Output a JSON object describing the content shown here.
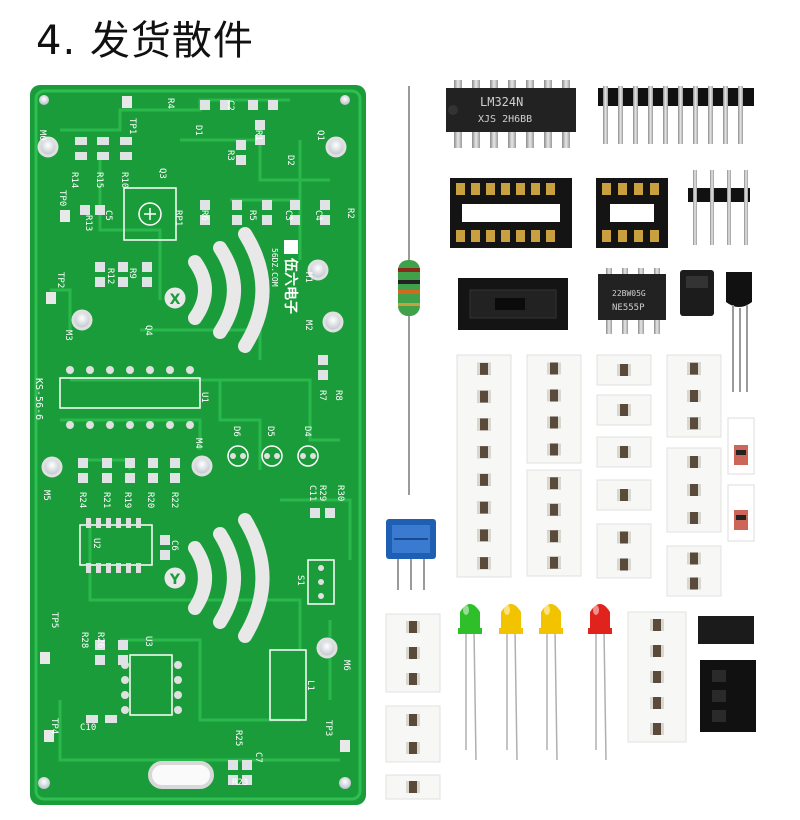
{
  "title": "4. 发货散件",
  "pcb": {
    "board_id": "KS-56-6",
    "logo_url": "56DZ.COM",
    "labels": [
      "M0",
      "TP1",
      "R4",
      "C2",
      "R1",
      "D1",
      "Q1",
      "D2",
      "R14",
      "R15",
      "R10",
      "Q3",
      "R3",
      "TP0",
      "C5",
      "R13",
      "RP1",
      "R6",
      "R5",
      "C3",
      "C4",
      "R2",
      "TP2",
      "R12",
      "R9",
      "M1",
      "M3",
      "Q4",
      "M2",
      "R7",
      "R8",
      "U1",
      "M4",
      "D6",
      "D5",
      "D4",
      "M5",
      "R24",
      "R21",
      "R19",
      "R20",
      "R22",
      "C11",
      "R29",
      "R30",
      "U2",
      "C6",
      "S1",
      "TP5",
      "R28",
      "R26",
      "U3",
      "L1",
      "M6",
      "TP4",
      "C10",
      "R25",
      "TP3",
      "C7",
      "R23"
    ]
  },
  "chips": {
    "lm324": [
      "LM324N",
      "XJS 2H6BB"
    ],
    "ne555": [
      "22BW05G",
      "NE555P"
    ]
  },
  "colors": {
    "pcb_green": "#1a9c3a",
    "led_green": "#2fbf2a",
    "led_yellow": "#f2c400",
    "led_red": "#e0231c",
    "potentiometer": "#1f5fb3"
  }
}
